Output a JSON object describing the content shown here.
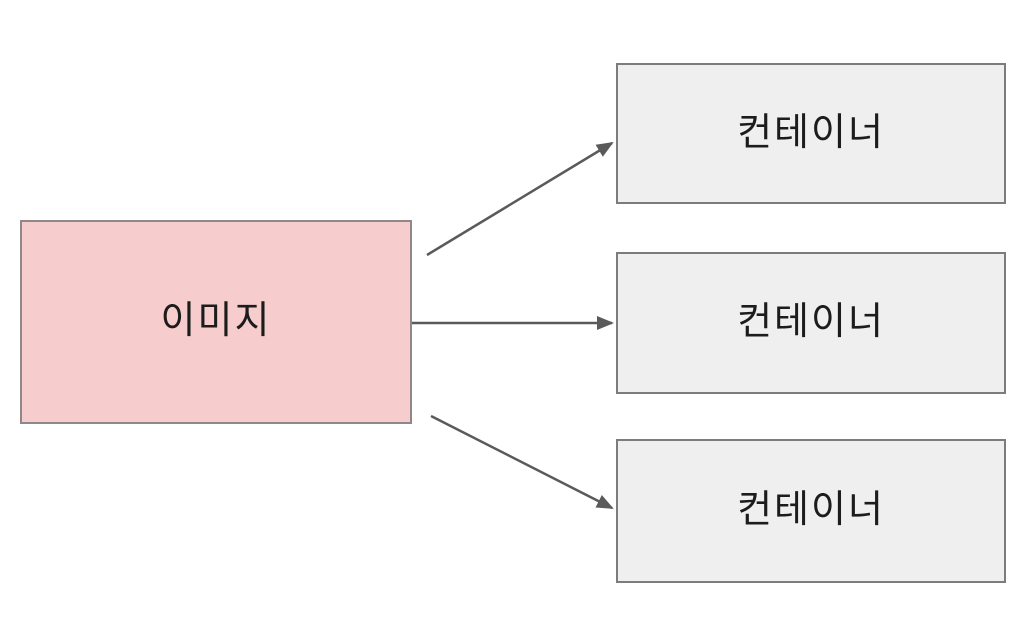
{
  "diagram": {
    "background": "#ffffff",
    "text_color": "#1c1c1c",
    "arrow_color": "#5a5a5a",
    "source_node": {
      "label": "이미지",
      "fill": "#f6cccc",
      "border_color": "#8e8888"
    },
    "target_nodes": [
      {
        "label": "컨테이너"
      },
      {
        "label": "컨테이너"
      },
      {
        "label": "컨테이너"
      }
    ],
    "target_fill": "#efefef",
    "target_border_color": "#7c7c7c"
  }
}
